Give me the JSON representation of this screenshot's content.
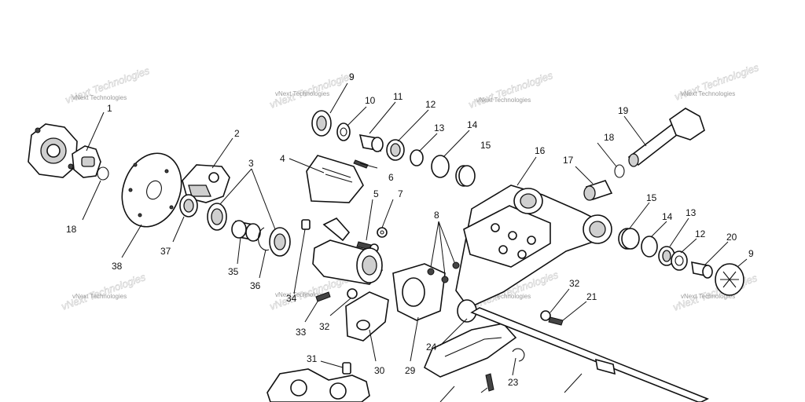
{
  "watermark": {
    "text": "vNext Technologies"
  },
  "callouts": {
    "c1": "1",
    "c2": "2",
    "c3": "3",
    "c4": "4",
    "c5": "5",
    "c6": "6",
    "c7": "7",
    "c8": "8",
    "c9a": "9",
    "c9b": "9",
    "c10": "10",
    "c11": "11",
    "c12a": "12",
    "c12b": "12",
    "c13a": "13",
    "c13b": "13",
    "c14a": "14",
    "c14b": "14",
    "c15a": "15",
    "c15b": "15",
    "c16": "16",
    "c17": "17",
    "c18a": "18",
    "c18b": "18",
    "c19": "19",
    "c20": "20",
    "c21": "21",
    "c23": "23",
    "c24": "24",
    "c29": "29",
    "c30": "30",
    "c31": "31",
    "c32a": "32",
    "c32b": "32",
    "c33": "33",
    "c34": "34",
    "c35": "35",
    "c36": "36",
    "c37": "37",
    "c38": "38"
  }
}
